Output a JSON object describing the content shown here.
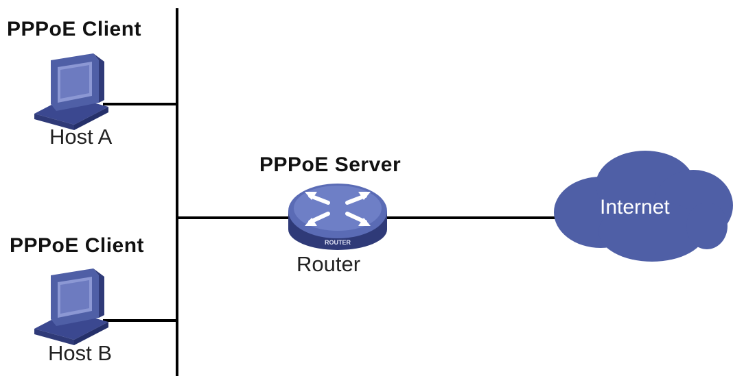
{
  "client_a": {
    "role": "PPPoE Client",
    "name": "Host A"
  },
  "client_b": {
    "role": "PPPoE Client",
    "name": "Host B"
  },
  "server": {
    "role": "PPPoE Server",
    "name": "Router",
    "badge": "ROUTER"
  },
  "cloud": {
    "label": "Internet"
  },
  "colors": {
    "device_blue": "#4f5fa6",
    "device_light": "#8c98d4",
    "device_dark": "#2f3a78",
    "link": "#000000"
  }
}
